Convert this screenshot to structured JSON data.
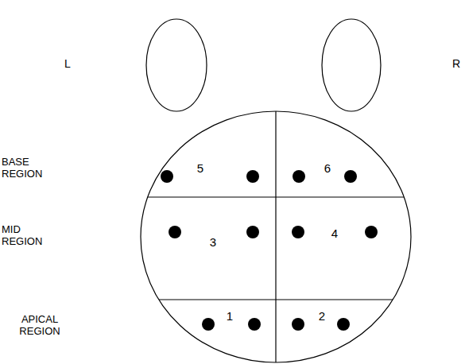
{
  "diagram": {
    "labels": [
      "L",
      "R",
      "BASE REGION",
      "MID REGION",
      "APICAL REGION",
      "5",
      "6",
      "3",
      "4",
      "1",
      "2"
    ]
  }
}
